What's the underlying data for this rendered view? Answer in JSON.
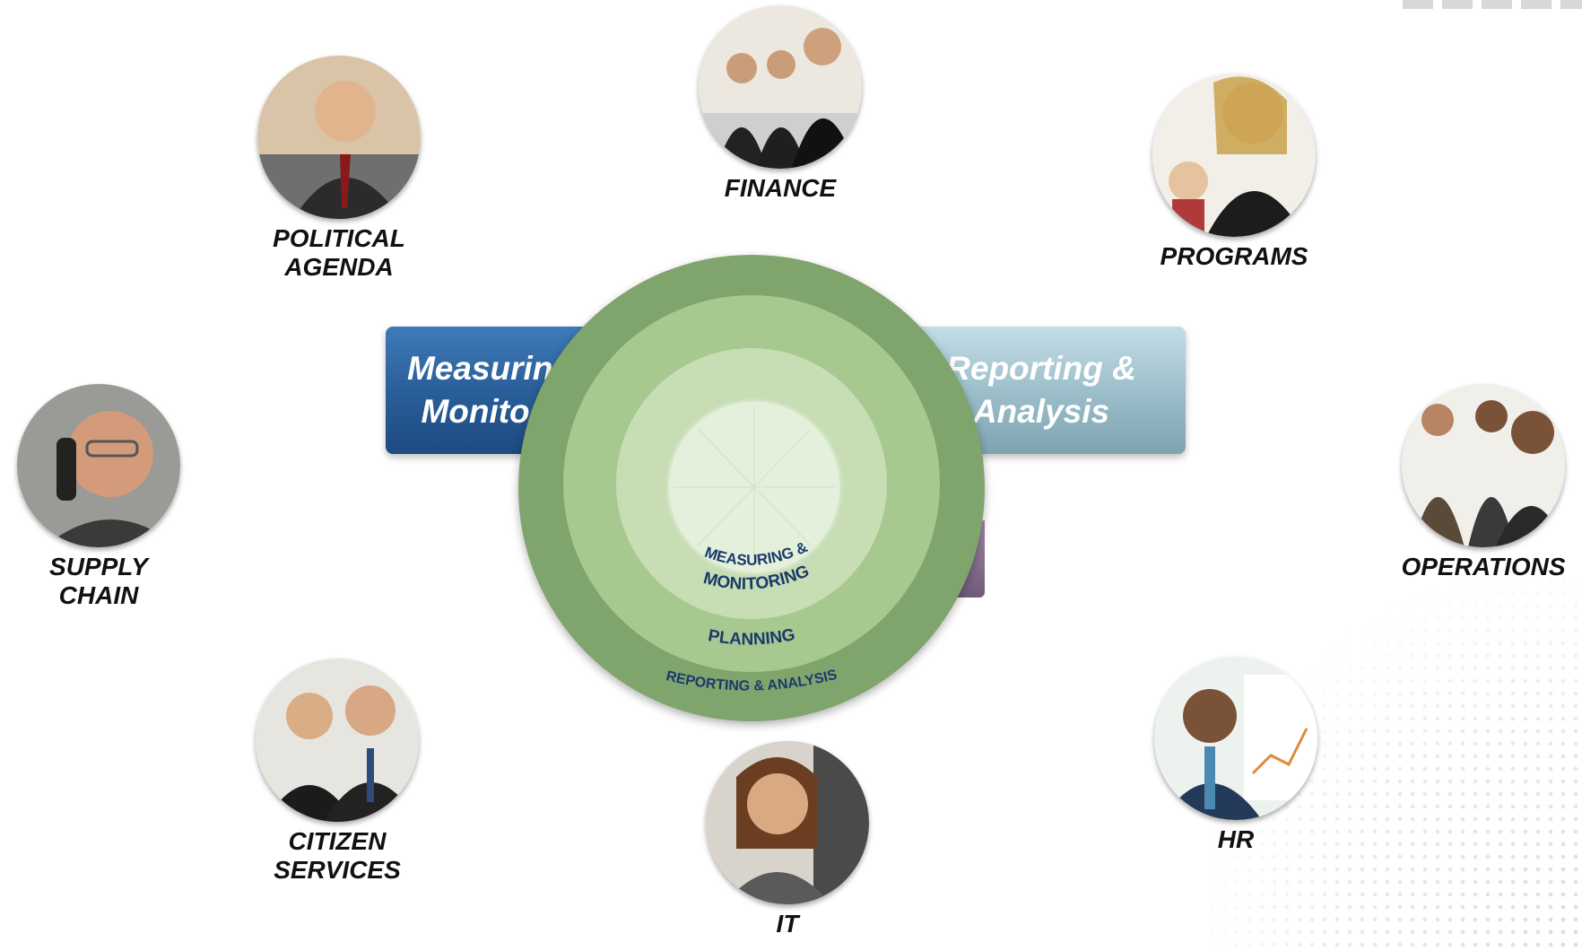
{
  "center": {
    "band_left_text": "Measuring &\nMonitoring",
    "band_right_text": "Reporting &\nAnalysis",
    "rings": [
      {
        "label": "MEASURING &",
        "color": "#1a3a6b"
      },
      {
        "label": "MONITORING",
        "color": "#1a3a6b"
      },
      {
        "label": "PLANNING",
        "color": "#1a3a6b"
      },
      {
        "label": "REPORTING & ANALYSIS",
        "color": "#1a3a6b"
      }
    ],
    "colors": {
      "outer": "#7fa46c",
      "middle": "#a7c88f",
      "inner": "#c7deb5",
      "core": "#e4f0dc",
      "band_left": "#2a5f9a",
      "band_right": "#9dbfcb"
    }
  },
  "stakeholders": [
    {
      "id": "political-agenda",
      "label": "POLITICAL\nAGENDA",
      "icon": "businessman-photo"
    },
    {
      "id": "finance",
      "label": "FINANCE",
      "icon": "team-photo"
    },
    {
      "id": "programs",
      "label": "PROGRAMS",
      "icon": "woman-glasses-photo"
    },
    {
      "id": "supply-chain",
      "label": "SUPPLY\nCHAIN",
      "icon": "man-phone-photo"
    },
    {
      "id": "operations",
      "label": "OPERATIONS",
      "icon": "team-photo"
    },
    {
      "id": "citizen-services",
      "label": "CITIZEN\nSERVICES",
      "icon": "couple-photo"
    },
    {
      "id": "it",
      "label": "IT",
      "icon": "woman-smiling-photo"
    },
    {
      "id": "hr",
      "label": "HR",
      "icon": "presenter-photo"
    }
  ]
}
